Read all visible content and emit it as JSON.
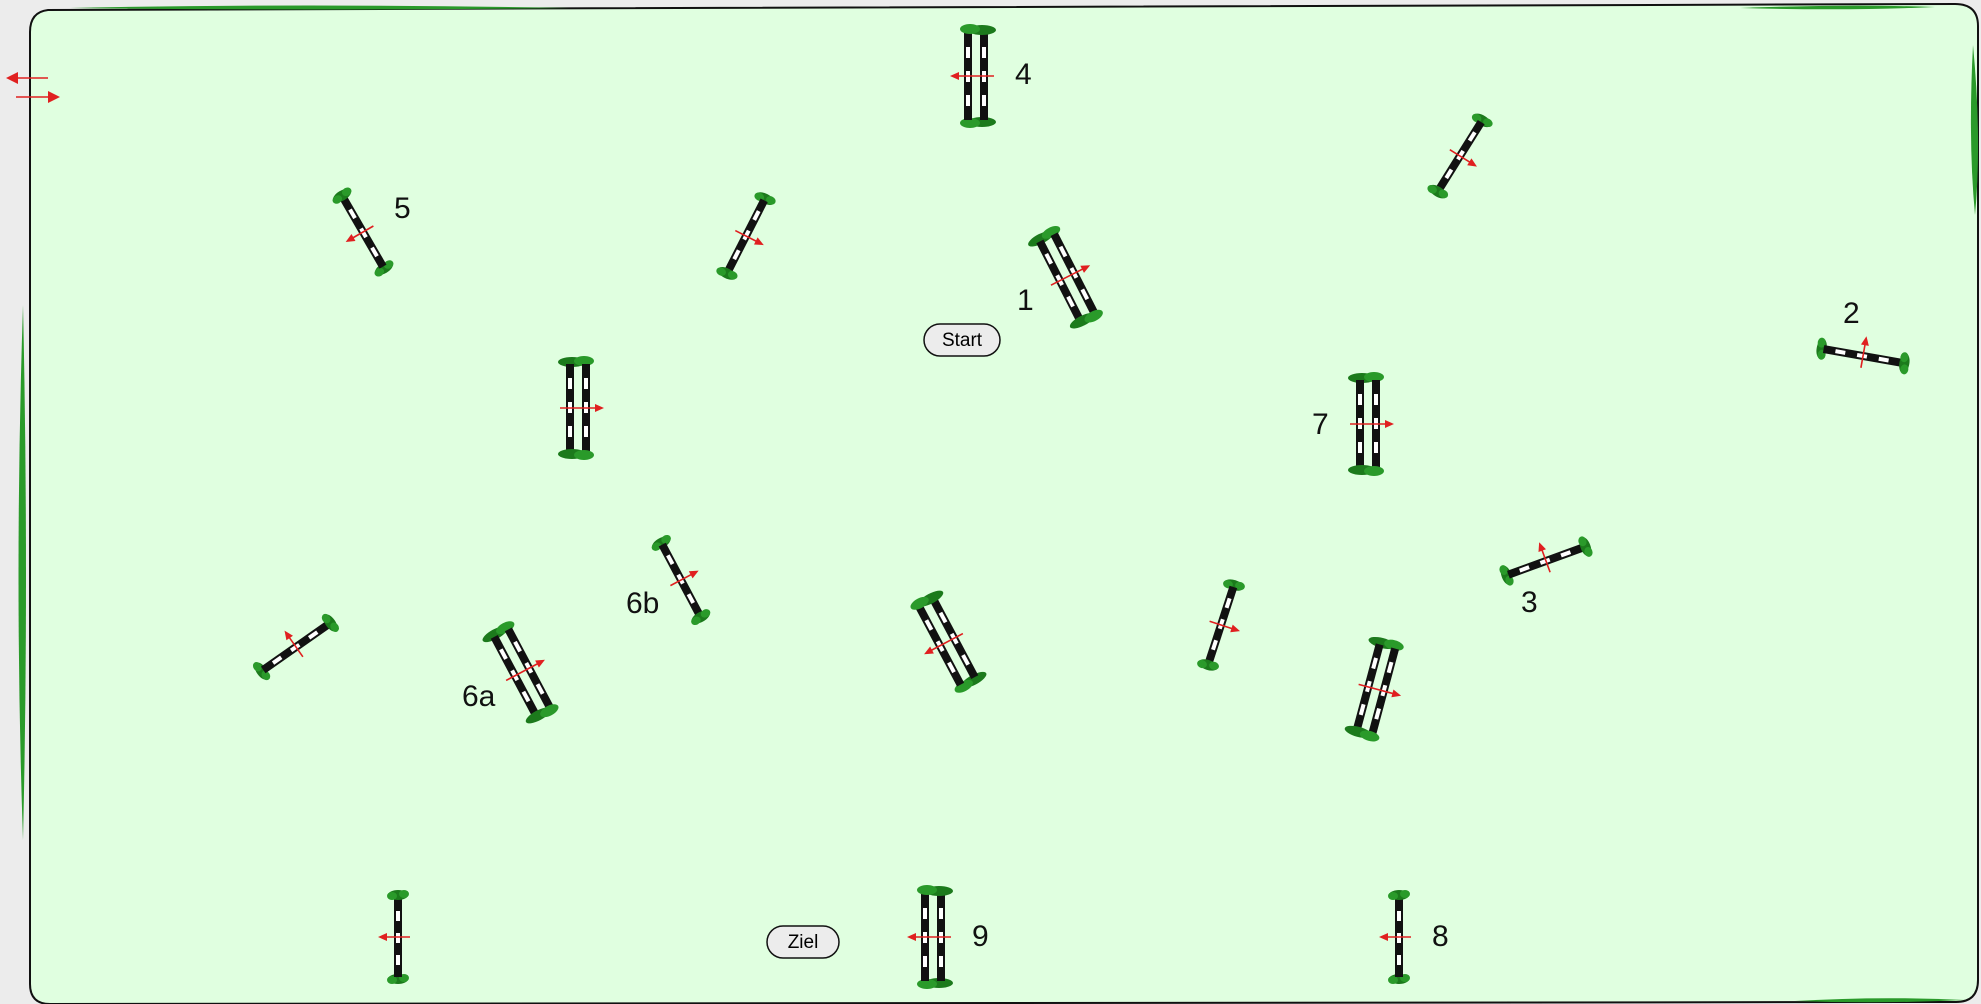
{
  "course": {
    "start_label": "Start",
    "finish_label": "Ziel",
    "jump_numbers": [
      "1",
      "2",
      "3",
      "4",
      "5",
      "6a",
      "6b",
      "7",
      "8",
      "9"
    ]
  },
  "controls": {
    "swap_direction_icon": "double-arrow-icon"
  },
  "colors": {
    "arena_fill": "#e0ffe0",
    "arena_border": "#111111",
    "hedge_green": "#2a9a2a",
    "stand_green": "#1c7a1c",
    "direction_arrow": "#e02020",
    "pole_dark": "#111111",
    "pole_light": "#ffffff"
  }
}
